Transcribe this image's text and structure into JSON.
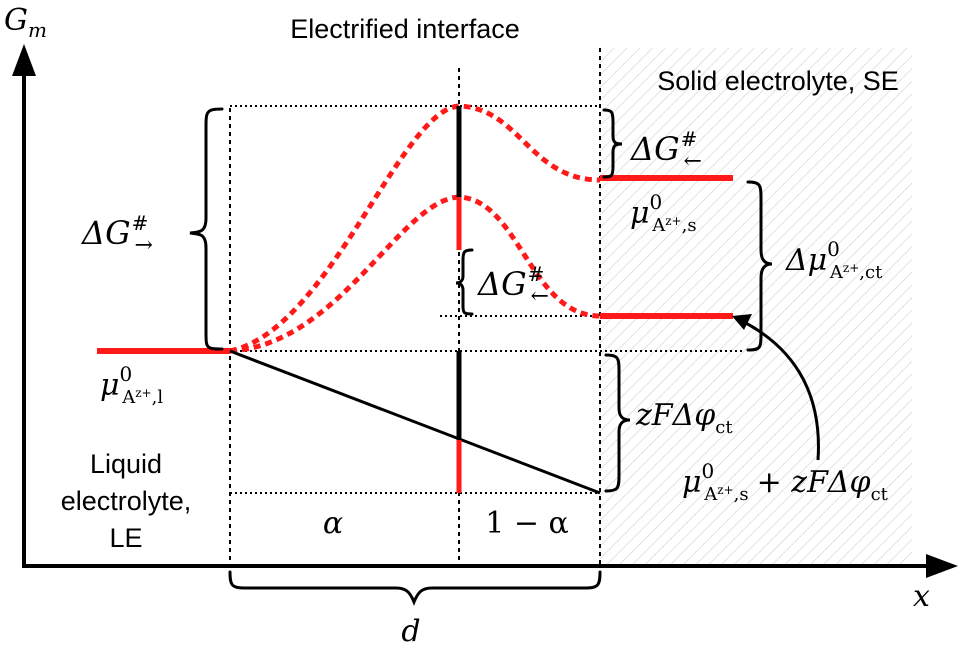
{
  "header": {
    "interface_title": "Electrified interface",
    "solid_title": "Solid electrolyte, SE"
  },
  "axes": {
    "y_label_main": "G",
    "y_label_sub": "m",
    "x_label": "x"
  },
  "labels": {
    "liquid_line1": "Liquid",
    "liquid_line2": "electrolyte,",
    "liquid_line3": "LE",
    "alpha": "α",
    "one_minus_alpha": "1 − α",
    "d": "d",
    "dG_forward_main": "ΔG",
    "dG_forward_sup": "#",
    "dG_forward_sub": "→",
    "dG_back_top_main": "ΔG",
    "dG_back_top_sup": "#",
    "dG_back_top_sub": "←",
    "dG_back_mid_main": "ΔG",
    "dG_back_mid_sup": "#",
    "dG_back_mid_sub": "←",
    "mu_s_main": "μ",
    "mu_s_sup": "0",
    "mu_s_sub": "A",
    "mu_s_sub2": "z+",
    "mu_s_sub3": ",s",
    "mu_l_main": "μ",
    "mu_l_sup": "0",
    "mu_l_sub": "A",
    "mu_l_sub2": "z+",
    "mu_l_sub3": ",l",
    "dmu_main": "Δμ",
    "dmu_sup": "0",
    "dmu_sub": "A",
    "dmu_sub2": "z+",
    "dmu_sub3": ",ct",
    "zF_main": "zFΔφ",
    "zF_sub": "ct",
    "combo_mu": "μ",
    "combo_sup": "0",
    "combo_sub": "A",
    "combo_sub2": "z+",
    "combo_sub3": ",s",
    "combo_rest": "+ zFΔφ",
    "combo_rest_sub": "ct"
  },
  "colors": {
    "red": "#ff1a1a",
    "black": "#000000",
    "hatch": "#c8c8c8"
  }
}
